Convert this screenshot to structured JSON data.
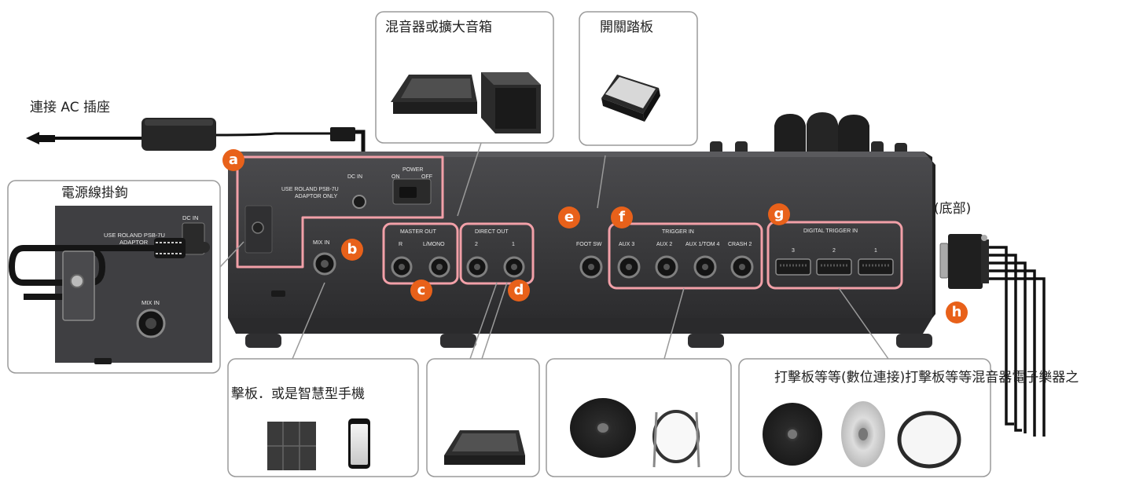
{
  "labels": {
    "ac_outlet": "連接 AC 插座",
    "cord_hook": "電源線掛鉤",
    "mixer_amp": "混音器或擴大音箱",
    "footswitch": "開關踏板",
    "bottom": "(底部)",
    "pads_phone": "擊板．或是智慧型手機",
    "digital_pads": "打擊板等等(數位連接)打擊板等等混音器電子樂器之"
  },
  "badges": [
    "a",
    "b",
    "c",
    "d",
    "e",
    "f",
    "g",
    "h"
  ],
  "panel": {
    "use_roland": "USE ROLAND PSB-7U",
    "adaptor_only": "ADAPTOR ONLY",
    "dc_in": "DC IN",
    "power": "POWER",
    "on": "ON",
    "off": "OFF",
    "mix_in": "MIX IN",
    "master_out": "MASTER OUT",
    "r": "R",
    "l_mono": "L/MONO",
    "direct_out": "DIRECT OUT",
    "direct_2": "2",
    "direct_1": "1",
    "foot_sw": "FOOT SW",
    "trigger_in": "TRIGGER IN",
    "aux3": "AUX 3",
    "aux2": "AUX 2",
    "aux1_tom4": "AUX 1/TOM 4",
    "crash2": "CRASH 2",
    "digital_trigger_in": "DIGITAL TRIGGER IN",
    "dt3": "3",
    "dt2": "2",
    "dt1": "1"
  },
  "callout": {
    "dc_in": "DC IN",
    "use_roland": "USE ROLAND PSB-7U",
    "adaptor": "ADAPTOR",
    "mix_in": "MIX IN"
  },
  "colors": {
    "accent": "#e8611a",
    "highlight": "#f2a0a8",
    "unit": "#3a3a3c",
    "unit_dark": "#242426"
  }
}
